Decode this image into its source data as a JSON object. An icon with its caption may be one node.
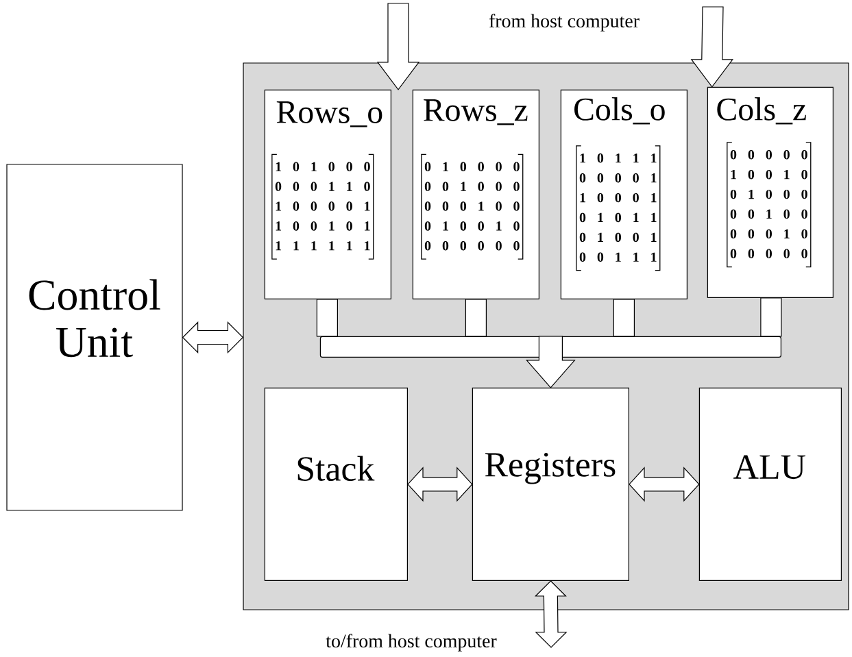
{
  "diagram": {
    "nodes": [
      {
        "text": [
          "Control Unit"
        ]
      },
      {
        "text": [],
        "shape": "box"
      },
      {
        "text": [
          "Rows_o",
          "1 0 1 0 0 0",
          "0 0 0 1 1 0",
          "1 0 0 0 0 1",
          "1 0 0 1 0 1",
          "1 1 1 1 1 1"
        ],
        "in": 1
      },
      {
        "text": [
          "Rows_z",
          "0 1 0 0 0 0",
          "0 0 1 0 0 0",
          "0 0 0 1 0 0",
          "0 1 0 0 1 0",
          "0 0 0 0 0 0"
        ],
        "in": 1
      },
      {
        "text": [
          "Cols_o",
          "1 0 1 1 1",
          "0 0 0 0 1",
          "1 0 0 0 1",
          "0 1 0 1 1",
          "0 1 0 0 1",
          "0 0 1 1 1"
        ],
        "in": 1
      },
      {
        "text": [
          "Cols_z",
          "0 0 0 0 0",
          "1 0 0 1 0",
          "0 1 0 0 0",
          "0 0 1 0 0",
          "0 0 0 1 0",
          "0 0 0 0 0"
        ],
        "in": 1
      },
      {
        "text": [],
        "shape": "bar",
        "in": 1
      },
      {
        "text": [
          "Stack"
        ],
        "in": 1
      },
      {
        "text": [
          "Registers"
        ],
        "in": 1
      },
      {
        "text": [
          "ALU"
        ],
        "in": 1
      }
    ],
    "edges": [
      {
        "from": 0,
        "to": 1,
        "arrow": "both"
      },
      {
        "from": null,
        "to": 2,
        "arrow": "to"
      },
      {
        "from": null,
        "to": 5,
        "arrow": "to"
      },
      {
        "from": 2,
        "to": 6,
        "arrow": "none"
      },
      {
        "from": 3,
        "to": 6,
        "arrow": "none"
      },
      {
        "from": 4,
        "to": 6,
        "arrow": "none"
      },
      {
        "from": 5,
        "to": 6,
        "arrow": "none"
      },
      {
        "from": 6,
        "to": 8,
        "arrow": "to"
      },
      {
        "from": 7,
        "to": 8,
        "arrow": "both"
      },
      {
        "from": 8,
        "to": 9,
        "arrow": "both"
      },
      {
        "from": 8,
        "to": null,
        "arrow": "both"
      }
    ],
    "labels": [
      "from host computer",
      "to/from host computer"
    ]
  }
}
